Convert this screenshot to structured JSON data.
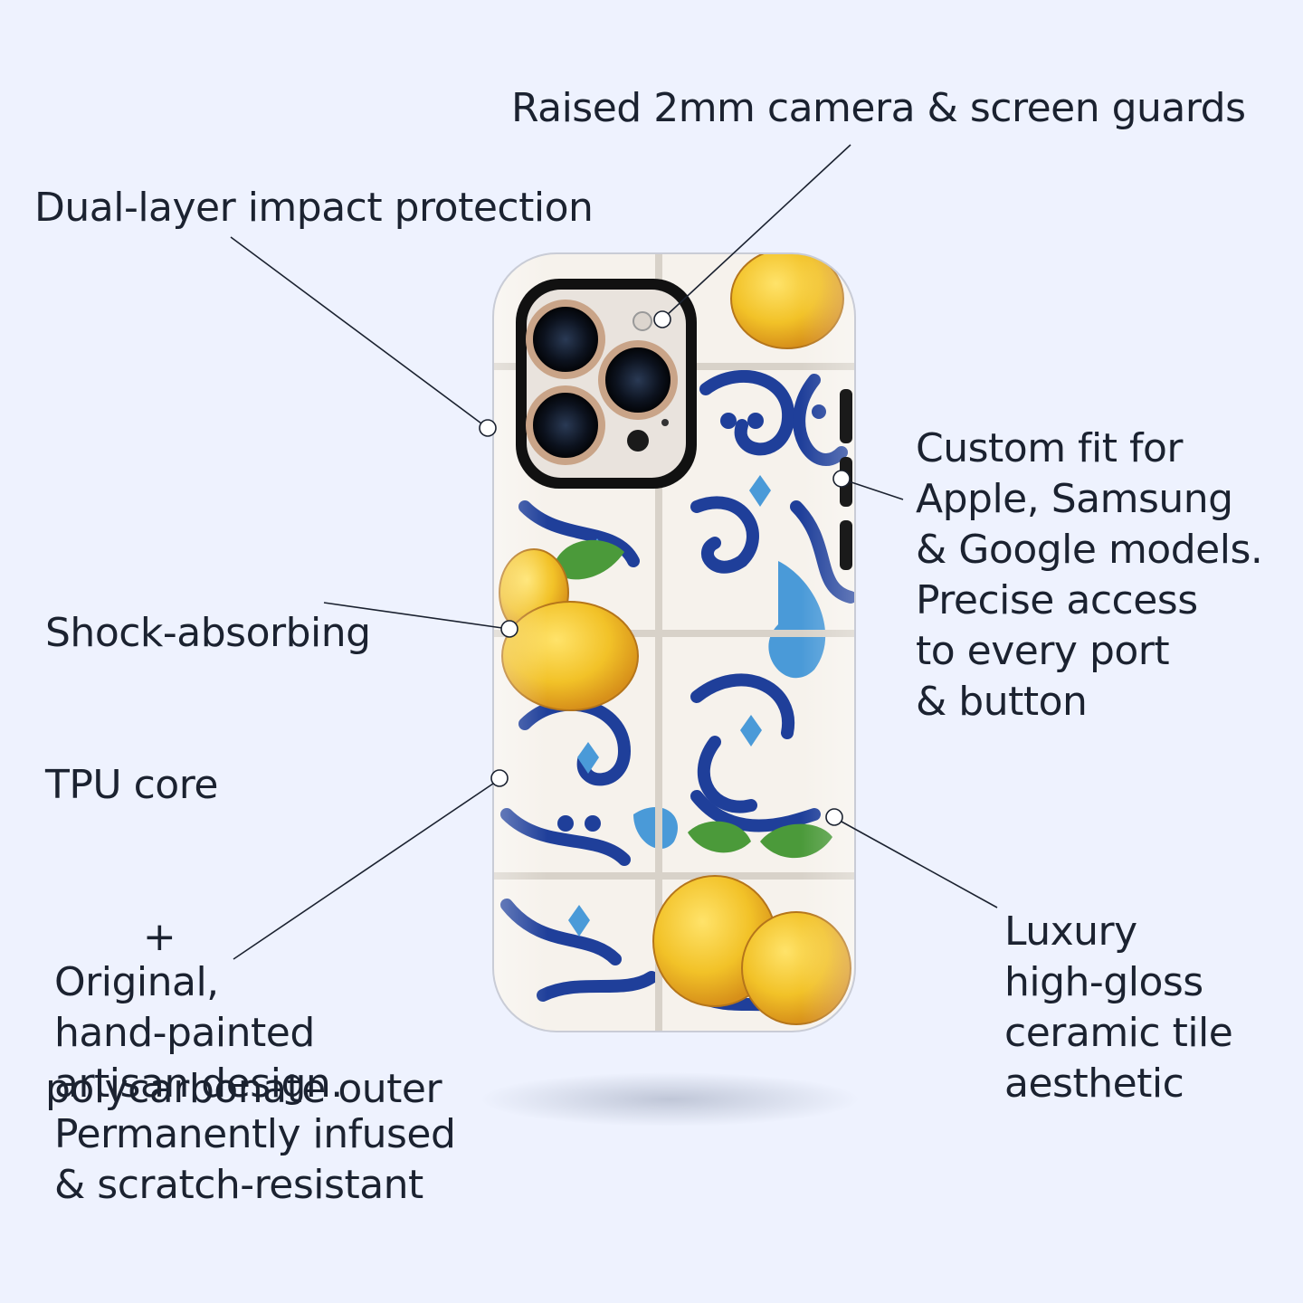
{
  "callouts": {
    "raised": {
      "lines": [
        "Raised 2mm camera & screen guards"
      ]
    },
    "dual": {
      "lines": [
        "Dual-layer impact protection"
      ]
    },
    "shock": {
      "lines": [
        "Shock-absorbing",
        "TPU core",
        "        +",
        "polycarbonate outer"
      ]
    },
    "custom": {
      "lines": [
        "Custom fit for",
        "Apple, Samsung",
        "& Google models.",
        "Precise access",
        "to every port",
        "& button"
      ]
    },
    "original": {
      "lines": [
        "Original,",
        "hand-painted",
        "artisan design.",
        "Permanently infused",
        "& scratch-resistant"
      ]
    },
    "luxury": {
      "lines": [
        "Luxury",
        "high-gloss",
        "ceramic tile",
        "aesthetic"
      ]
    }
  },
  "colors": {
    "background": "#eef2fe",
    "text": "#1b2230",
    "tile_blue": "#1f3f9a",
    "tile_light_blue": "#4a9ad8",
    "lemon": "#f2c228",
    "leaf": "#4b9a3a",
    "tile_white": "#f6f2ec",
    "camera_frame": "#111111"
  }
}
